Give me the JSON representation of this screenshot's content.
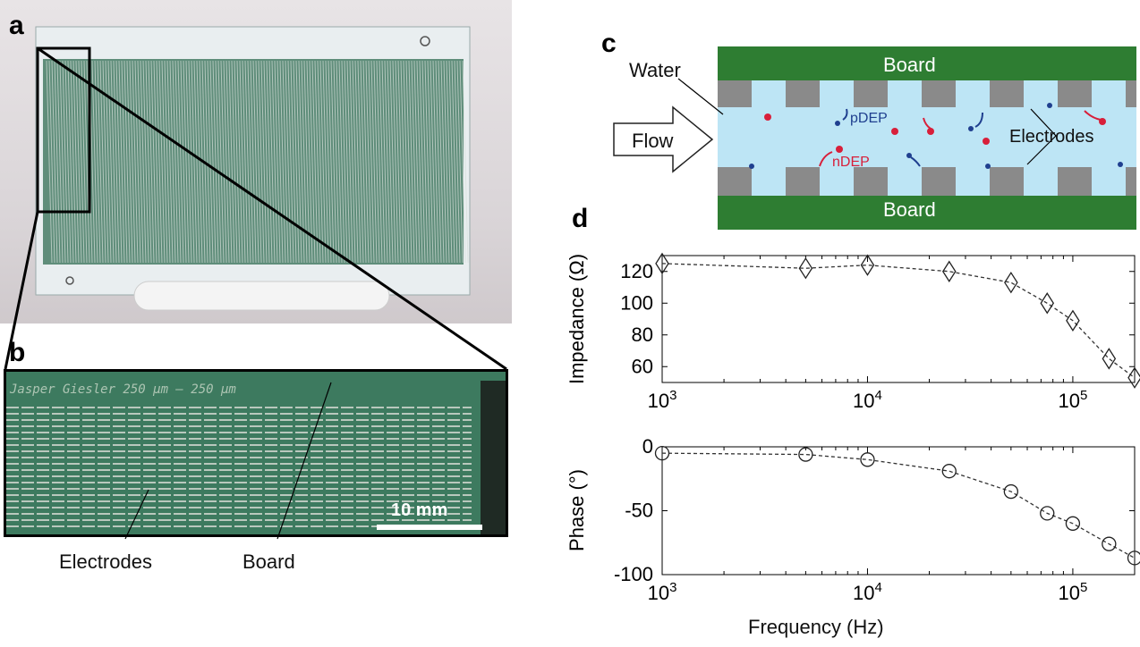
{
  "panels": {
    "a": "a",
    "b": "b",
    "c": "c",
    "d": "d"
  },
  "photo_b": {
    "engraving": "Jasper Giesler 250 μm – 250 μm",
    "scalebar": "10 mm",
    "label_electrodes": "Electrodes",
    "label_board": "Board"
  },
  "schematic": {
    "board_top": "Board",
    "board_bottom": "Board",
    "water": "Water",
    "flow": "Flow",
    "pdep": "pDEP",
    "ndep": "nDEP",
    "electrodes": "Electrodes",
    "colors": {
      "board": "#2e7d32",
      "water": "#bde5f5",
      "electrode": "#8a8a8a",
      "pdep": "#1f3f8f",
      "ndep": "#d81f3a"
    }
  },
  "chart_data": [
    {
      "type": "line",
      "scale_x": "log",
      "xlabel": "",
      "ylabel": "Impedance (Ω)",
      "xlim": [
        1000,
        200000
      ],
      "ylim": [
        50,
        130
      ],
      "xticks": [
        "10^3",
        "10^4",
        "10^5"
      ],
      "yticks": [
        60,
        80,
        100,
        120
      ],
      "marker": "diamond",
      "line_style": "dashed",
      "x": [
        1000,
        5000,
        10000,
        25000,
        50000,
        75000,
        100000,
        150000,
        200000
      ],
      "y": [
        125,
        122,
        124,
        120,
        113,
        100,
        89,
        65,
        53
      ]
    },
    {
      "type": "line",
      "scale_x": "log",
      "xlabel": "Frequency (Hz)",
      "ylabel": "Phase (°)",
      "xlim": [
        1000,
        200000
      ],
      "ylim": [
        -100,
        0
      ],
      "xticks": [
        "10^3",
        "10^4",
        "10^5"
      ],
      "yticks": [
        0,
        -50,
        -100
      ],
      "marker": "circle",
      "line_style": "dashed",
      "x": [
        1000,
        5000,
        10000,
        25000,
        50000,
        75000,
        100000,
        150000,
        200000
      ],
      "y": [
        -5,
        -6,
        -10,
        -19,
        -35,
        -52,
        -60,
        -76,
        -87
      ]
    }
  ]
}
